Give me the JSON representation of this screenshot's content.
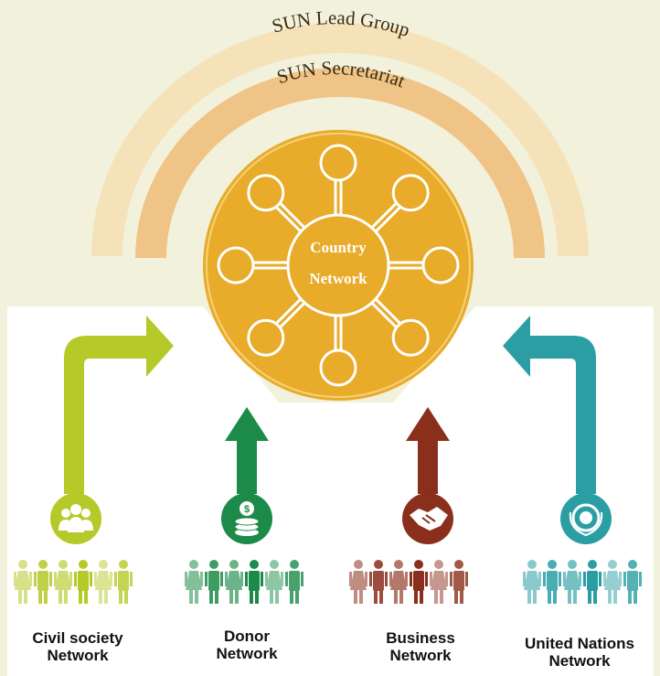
{
  "arcs": {
    "outer_label": "SUN Lead Group",
    "inner_label": "SUN Secretariat"
  },
  "hub": {
    "line1": "Country",
    "line2": "Network"
  },
  "networks": [
    {
      "line1": "Civil society",
      "line2": "Network",
      "color": "#b5c928",
      "icon": "people-group-icon"
    },
    {
      "line1": "Donor",
      "line2": "Network",
      "color": "#1c8a48",
      "icon": "coins-icon"
    },
    {
      "line1": "Business",
      "line2": "Network",
      "color": "#8a2f1c",
      "icon": "handshake-icon"
    },
    {
      "line1": "United Nations",
      "line2": "Network",
      "color": "#2a9ea3",
      "icon": "un-emblem-icon"
    }
  ],
  "colors": {
    "background": "#f2f1dc",
    "outer_arc": "#f5e2b8",
    "inner_arc": "#f0c486",
    "hub": "#e8ab2a"
  }
}
